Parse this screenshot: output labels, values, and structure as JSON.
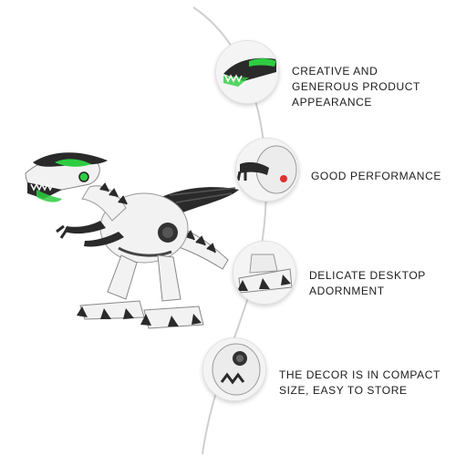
{
  "product": {
    "name": "dinosaur-toy",
    "colors": {
      "body": "#f2f2f2",
      "dark": "#2a2a2a",
      "accent": "#2ecc40"
    }
  },
  "features": [
    {
      "icon": "dino-head-icon",
      "text": "CREATIVE AND GENEROUS PRODUCT APPEARANCE"
    },
    {
      "icon": "dino-arm-icon",
      "text": "GOOD PERFORMANCE"
    },
    {
      "icon": "dino-foot-icon",
      "text": "DELICATE DESKTOP ADORNMENT"
    },
    {
      "icon": "dino-speaker-icon",
      "text": "THE DECOR IS IN COMPACT SIZE, EASY TO STORE"
    }
  ]
}
